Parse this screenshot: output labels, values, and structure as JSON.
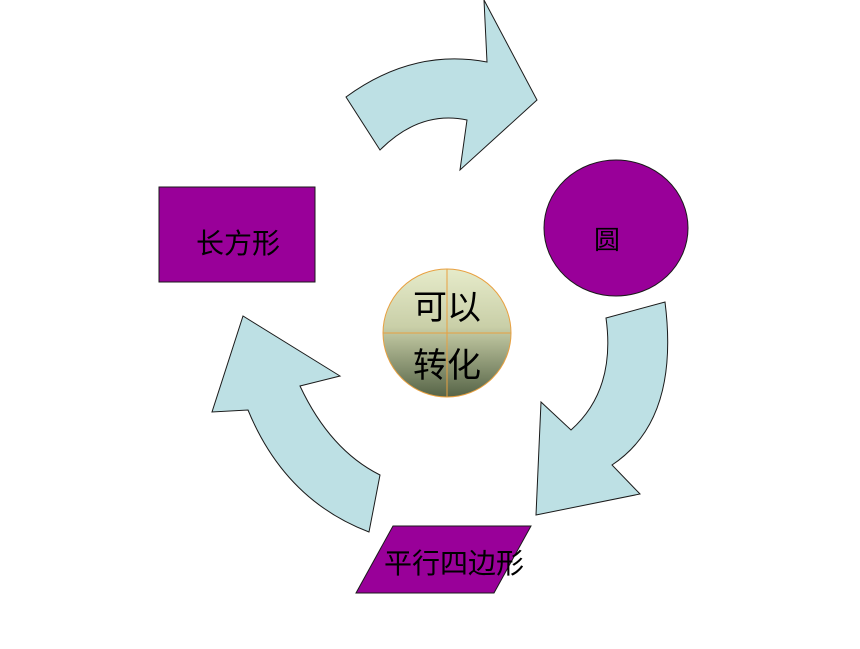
{
  "diagram": {
    "shapes": {
      "rectangle": "长方形",
      "circle": "圆",
      "parallelogram": "平行四边形"
    },
    "center": {
      "line1": "可以",
      "line2": "转化"
    }
  },
  "colors": {
    "shape_fill": "#990099",
    "arrow_fill": "#bde0e4",
    "center_top": "#e4e9c8",
    "center_bottom": "#5b6b4c",
    "center_stroke": "#e8a040"
  }
}
